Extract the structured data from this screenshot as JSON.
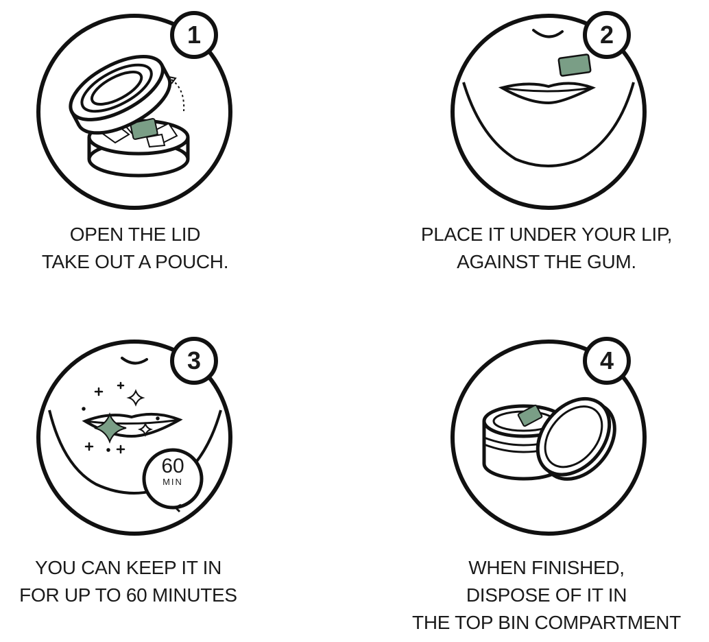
{
  "colors": {
    "stroke": "#111111",
    "pouch": "#7a9e86",
    "pouch_dark": "#4f6f5a",
    "background": "#ffffff"
  },
  "steps": [
    {
      "number": "1",
      "caption_lines": [
        "OPEN THE LID",
        "TAKE OUT A POUCH."
      ],
      "icon": "open-can-icon"
    },
    {
      "number": "2",
      "caption_lines": [
        "PLACE IT UNDER YOUR LIP,",
        "AGAINST THE GUM."
      ],
      "icon": "face-with-pouch-icon"
    },
    {
      "number": "3",
      "caption_lines": [
        "YOU CAN KEEP IT IN",
        "FOR UP TO 60 MINUTES"
      ],
      "icon": "sparkle-lips-icon",
      "timer": {
        "value": "60",
        "unit": "MIN"
      }
    },
    {
      "number": "4",
      "caption_lines": [
        "WHEN FINISHED,",
        "DISPOSE OF IT IN",
        "THE TOP BIN COMPARTMENT"
      ],
      "icon": "closing-can-icon"
    }
  ]
}
